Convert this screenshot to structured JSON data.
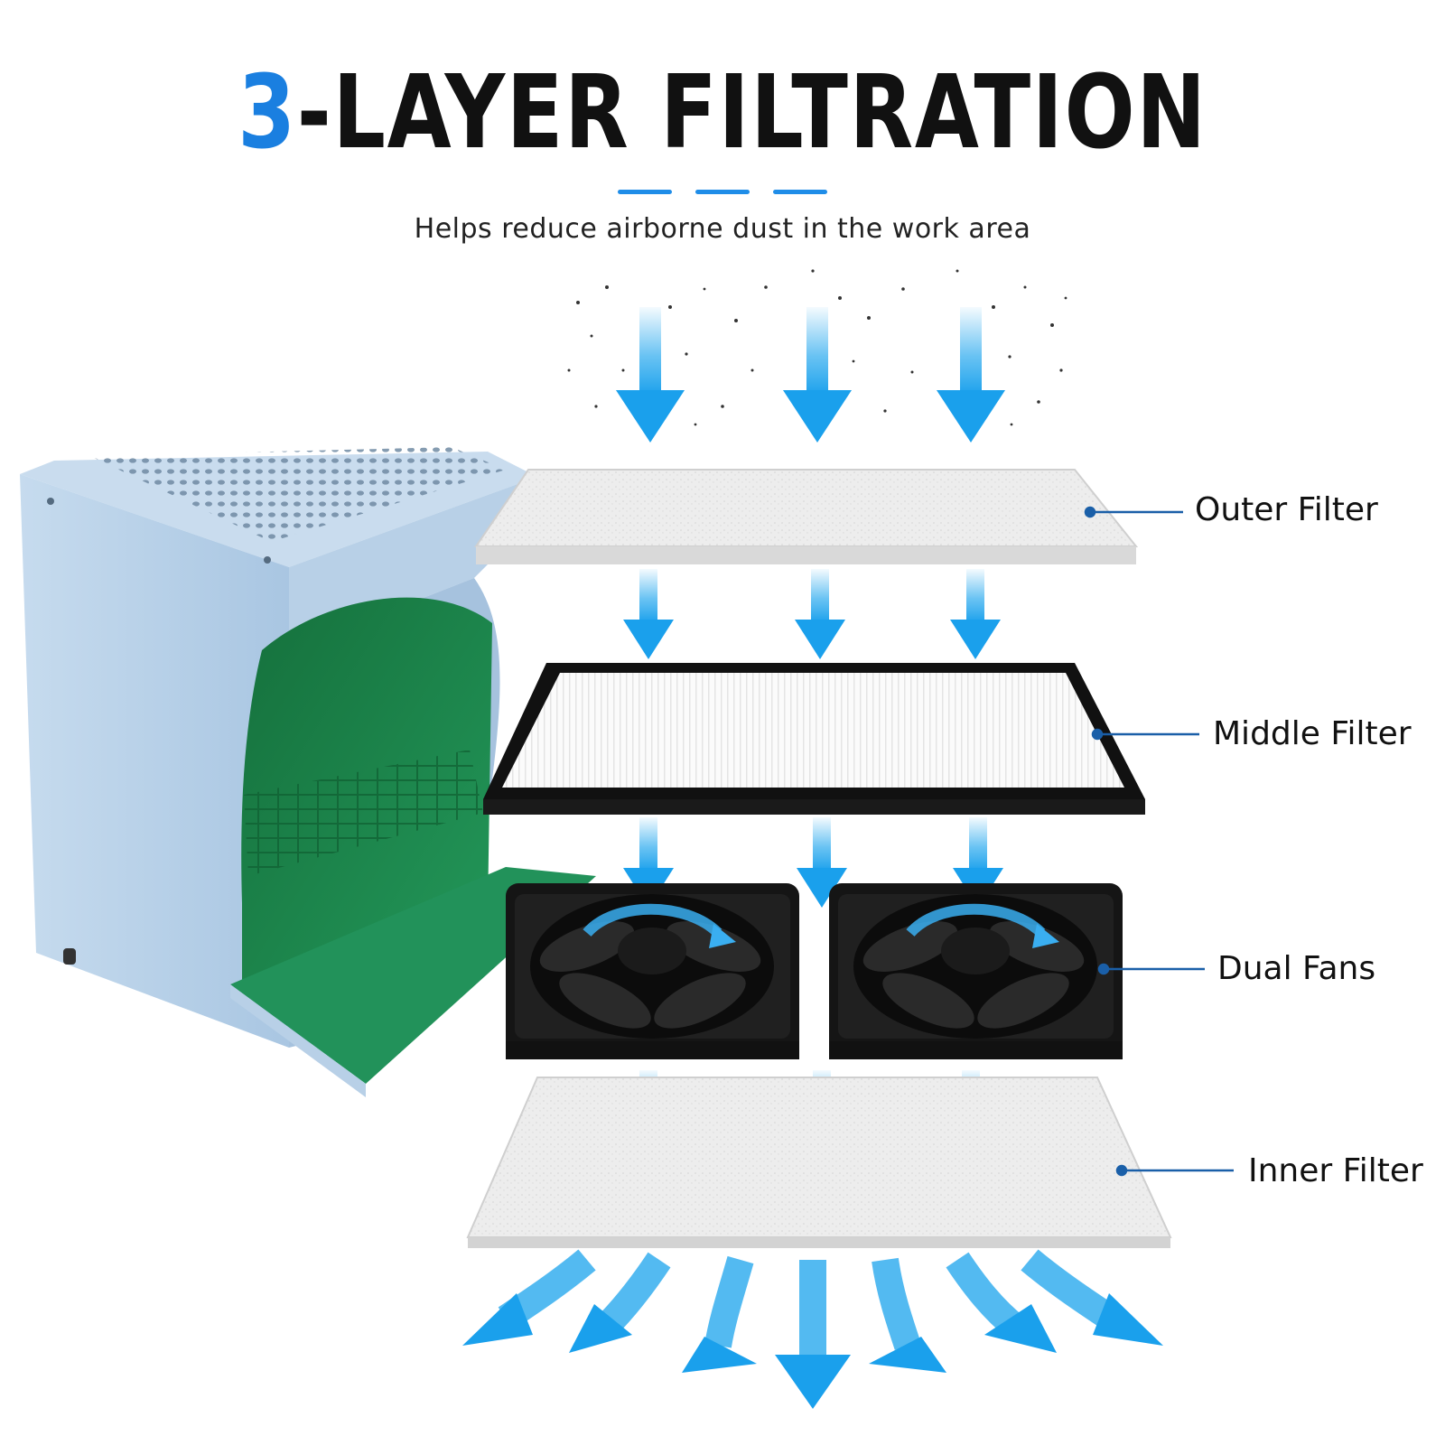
{
  "header": {
    "title_number": "3",
    "title_rest": "-LAYER FILTRATION",
    "subtitle": "Helps reduce airborne dust in the work area"
  },
  "layers": [
    {
      "id": "outer",
      "label": "Outer Filter"
    },
    {
      "id": "middle",
      "label": "Middle Filter"
    },
    {
      "id": "fans",
      "label": "Dual Fans"
    },
    {
      "id": "inner",
      "label": "Inner Filter"
    }
  ],
  "colors": {
    "accent": "#1a7fe0",
    "arrow": "#29a9ee",
    "housing": "#b3cde6",
    "work_surface": "#1f8a4c",
    "fan_body": "#151515",
    "filter_felt": "#ececec"
  },
  "icons": [
    "dust-particles",
    "airflow-arrow",
    "fan-icon"
  ]
}
